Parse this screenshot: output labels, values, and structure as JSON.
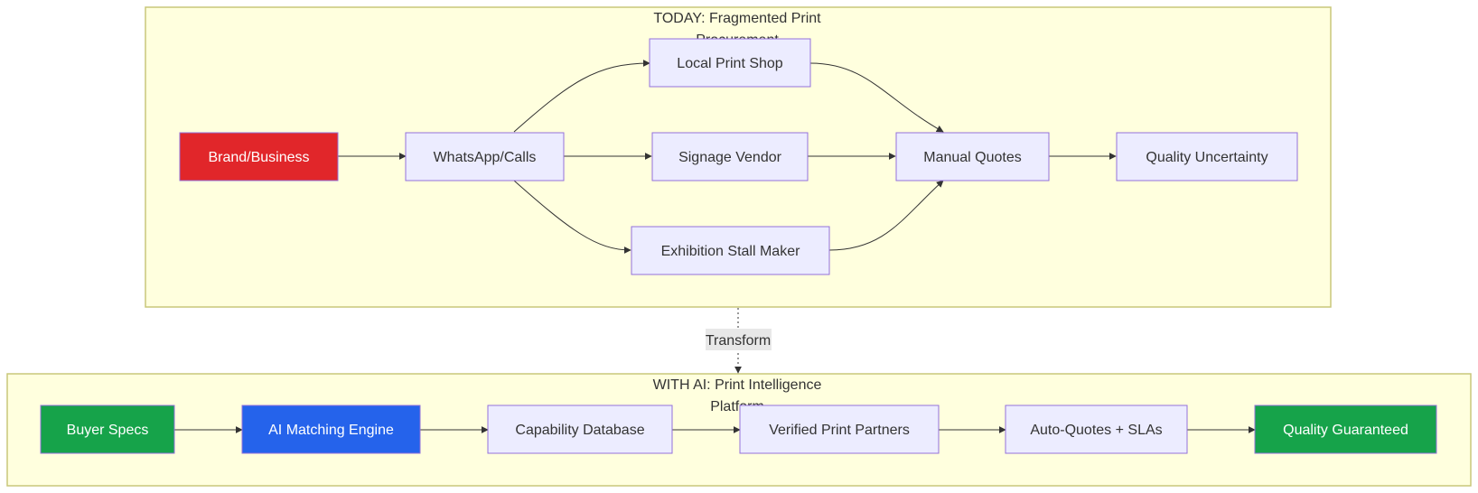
{
  "clusters": {
    "today": {
      "title_line1": "TODAY: Fragmented Print",
      "title_line2": "Procurement"
    },
    "ai": {
      "title_line1": "WITH AI: Print Intelligence",
      "title_line2": "Platform"
    }
  },
  "nodes": {
    "brand": {
      "label": "Brand/Business",
      "fill": "#e1262a",
      "text_color": "#ffffff"
    },
    "whatsapp": {
      "label": "WhatsApp/Calls",
      "fill": "#ececff",
      "text_color": "#333333"
    },
    "local_shop": {
      "label": "Local Print Shop",
      "fill": "#ececff",
      "text_color": "#333333"
    },
    "signage": {
      "label": "Signage Vendor",
      "fill": "#ececff",
      "text_color": "#333333"
    },
    "exhibition": {
      "label": "Exhibition Stall Maker",
      "fill": "#ececff",
      "text_color": "#333333"
    },
    "manual_quotes": {
      "label": "Manual Quotes",
      "fill": "#ececff",
      "text_color": "#333333"
    },
    "quality_uncertainty": {
      "label": "Quality Uncertainty",
      "fill": "#ececff",
      "text_color": "#333333"
    },
    "buyer_specs": {
      "label": "Buyer Specs",
      "fill": "#16a34a",
      "text_color": "#ffffff"
    },
    "ai_engine": {
      "label": "AI Matching Engine",
      "fill": "#2563eb",
      "text_color": "#ffffff"
    },
    "capability_db": {
      "label": "Capability Database",
      "fill": "#ececff",
      "text_color": "#333333"
    },
    "verified_partners": {
      "label": "Verified Print Partners",
      "fill": "#ececff",
      "text_color": "#333333"
    },
    "auto_quotes": {
      "label": "Auto-Quotes + SLAs",
      "fill": "#ececff",
      "text_color": "#333333"
    },
    "quality_guaranteed": {
      "label": "Quality Guaranteed",
      "fill": "#16a34a",
      "text_color": "#ffffff"
    }
  },
  "edges": [
    {
      "from": "brand",
      "to": "whatsapp"
    },
    {
      "from": "whatsapp",
      "to": "local_shop"
    },
    {
      "from": "whatsapp",
      "to": "signage"
    },
    {
      "from": "whatsapp",
      "to": "exhibition"
    },
    {
      "from": "local_shop",
      "to": "manual_quotes"
    },
    {
      "from": "signage",
      "to": "manual_quotes"
    },
    {
      "from": "exhibition",
      "to": "manual_quotes"
    },
    {
      "from": "manual_quotes",
      "to": "quality_uncertainty"
    },
    {
      "from": "buyer_specs",
      "to": "ai_engine"
    },
    {
      "from": "ai_engine",
      "to": "capability_db"
    },
    {
      "from": "capability_db",
      "to": "verified_partners"
    },
    {
      "from": "verified_partners",
      "to": "auto_quotes"
    },
    {
      "from": "auto_quotes",
      "to": "quality_guaranteed"
    }
  ],
  "transform_edge": {
    "label": "Transform",
    "style": "dotted"
  }
}
